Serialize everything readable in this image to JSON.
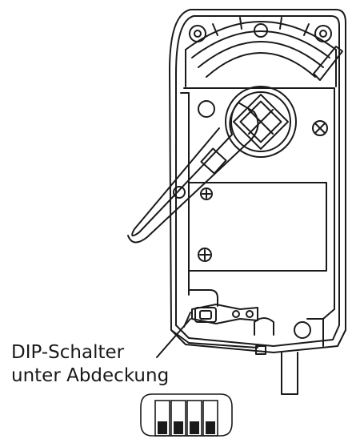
{
  "annotation": {
    "line1": "DIP-Schalter",
    "line2": "unter Abdeckung"
  },
  "dip_switch": {
    "switch_count": 4
  },
  "colors": {
    "stroke": "#1a1a1a",
    "background": "#ffffff"
  }
}
